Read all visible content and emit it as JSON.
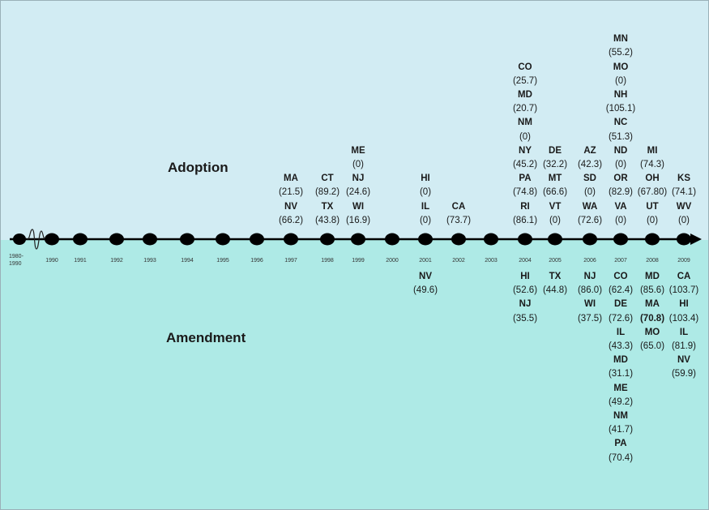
{
  "labels": {
    "adoption": "Adoption",
    "amendment": "Amendment"
  },
  "colors": {
    "top_background": "#d2ecf3",
    "bottom_background": "#aeeae6",
    "timeline": "#000000"
  },
  "start_range": [
    "1980-",
    "1990"
  ],
  "years": [
    "1990",
    "1991",
    "1992",
    "1993",
    "1994",
    "1995",
    "1996",
    "1997",
    "1998",
    "1999",
    "2000",
    "2001",
    "2002",
    "2003",
    "2004",
    "2005",
    "2006",
    "2007",
    "2008",
    "2009"
  ],
  "adoption": {
    "1997": [
      {
        "state": "MA",
        "value": "(21.5)"
      },
      {
        "state": "NV",
        "value": "(66.2)"
      }
    ],
    "1998": [
      {
        "state": "CT",
        "value": "(89.2)"
      },
      {
        "state": "TX",
        "value": "(43.8)"
      }
    ],
    "1999": [
      {
        "state": "ME",
        "value": "(0)"
      },
      {
        "state": "NJ",
        "value": "(24.6)"
      },
      {
        "state": "WI",
        "value": "(16.9)"
      }
    ],
    "2001": [
      {
        "state": "HI",
        "value": "(0)"
      },
      {
        "state": "IL",
        "value": "(0)"
      }
    ],
    "2002": [
      {
        "state": "CA",
        "value": "(73.7)"
      }
    ],
    "2004": [
      {
        "state": "CO",
        "value": "(25.7)"
      },
      {
        "state": "MD",
        "value": "(20.7)"
      },
      {
        "state": "NM",
        "value": "(0)"
      },
      {
        "state": "NY",
        "value": "(45.2)"
      },
      {
        "state": "PA",
        "value": "(74.8)"
      },
      {
        "state": "RI",
        "value": "(86.1)"
      }
    ],
    "2005": [
      {
        "state": "DE",
        "value": "(32.2)"
      },
      {
        "state": "MT",
        "value": "(66.6)"
      },
      {
        "state": "VT",
        "value": "(0)"
      }
    ],
    "2006": [
      {
        "state": "AZ",
        "value": "(42.3)"
      },
      {
        "state": "SD",
        "value": "(0)"
      },
      {
        "state": "WA",
        "value": "(72.6)"
      }
    ],
    "2007": [
      {
        "state": "MN",
        "value": "(55.2)"
      },
      {
        "state": "MO",
        "value": "(0)"
      },
      {
        "state": "NH",
        "value": "(105.1)"
      },
      {
        "state": "NC",
        "value": "(51.3)"
      },
      {
        "state": "ND",
        "value": "(0)"
      },
      {
        "state": "OR",
        "value": "(82.9)"
      },
      {
        "state": "VA",
        "value": "(0)"
      }
    ],
    "2008": [
      {
        "state": "MI",
        "value": "(74.3)"
      },
      {
        "state": "OH",
        "value": "(67.80)"
      },
      {
        "state": "UT",
        "value": "(0)"
      }
    ],
    "2009": [
      {
        "state": "KS",
        "value": "(74.1)"
      },
      {
        "state": "WV",
        "value": "(0)"
      }
    ]
  },
  "amendment": {
    "2001": [
      {
        "state": "NV",
        "value": "(49.6)"
      }
    ],
    "2004": [
      {
        "state": "HI",
        "value": "(52.6)"
      },
      {
        "state": "NJ",
        "value": "(35.5)"
      }
    ],
    "2005": [
      {
        "state": "TX",
        "value": "(44.8)"
      }
    ],
    "2006": [
      {
        "state": "NJ",
        "value": "(86.0)"
      },
      {
        "state": "WI",
        "value": "(37.5)"
      }
    ],
    "2007": [
      {
        "state": "CO",
        "value": "(62.4)"
      },
      {
        "state": "DE",
        "value": "(72.6)"
      },
      {
        "state": "IL",
        "value": "(43.3)"
      },
      {
        "state": "MD",
        "value": "(31.1)"
      },
      {
        "state": "ME",
        "value": "(49.2)"
      },
      {
        "state": "NM",
        "value": "(41.7)"
      },
      {
        "state": "PA",
        "value": "(70.4)"
      }
    ],
    "2008": [
      {
        "state": "MD",
        "value": "(85.6)"
      },
      {
        "state": "MA",
        "value": "(70.8)",
        "bold": true
      },
      {
        "state": "MO",
        "value": "(65.0)"
      }
    ],
    "2009": [
      {
        "state": "CA",
        "value": "(103.7)"
      },
      {
        "state": "HI",
        "value": "(103.4)"
      },
      {
        "state": "IL",
        "value": "(81.9)"
      },
      {
        "state": "NV",
        "value": "(59.9)"
      }
    ]
  }
}
